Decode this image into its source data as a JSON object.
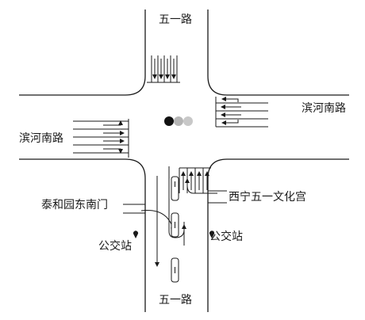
{
  "roads": {
    "north": "五一路",
    "south": "五一路",
    "east": "滨河南路",
    "west": "滨河南路"
  },
  "landmarks": {
    "west_gate": "泰和园东南门",
    "east_building": "西宁五一文化宫"
  },
  "bus_stops": {
    "west": "公交站",
    "east": "公交站"
  },
  "signal": {
    "lights": [
      "#111111",
      "#b5b5b5",
      "#c8c8c8"
    ]
  }
}
